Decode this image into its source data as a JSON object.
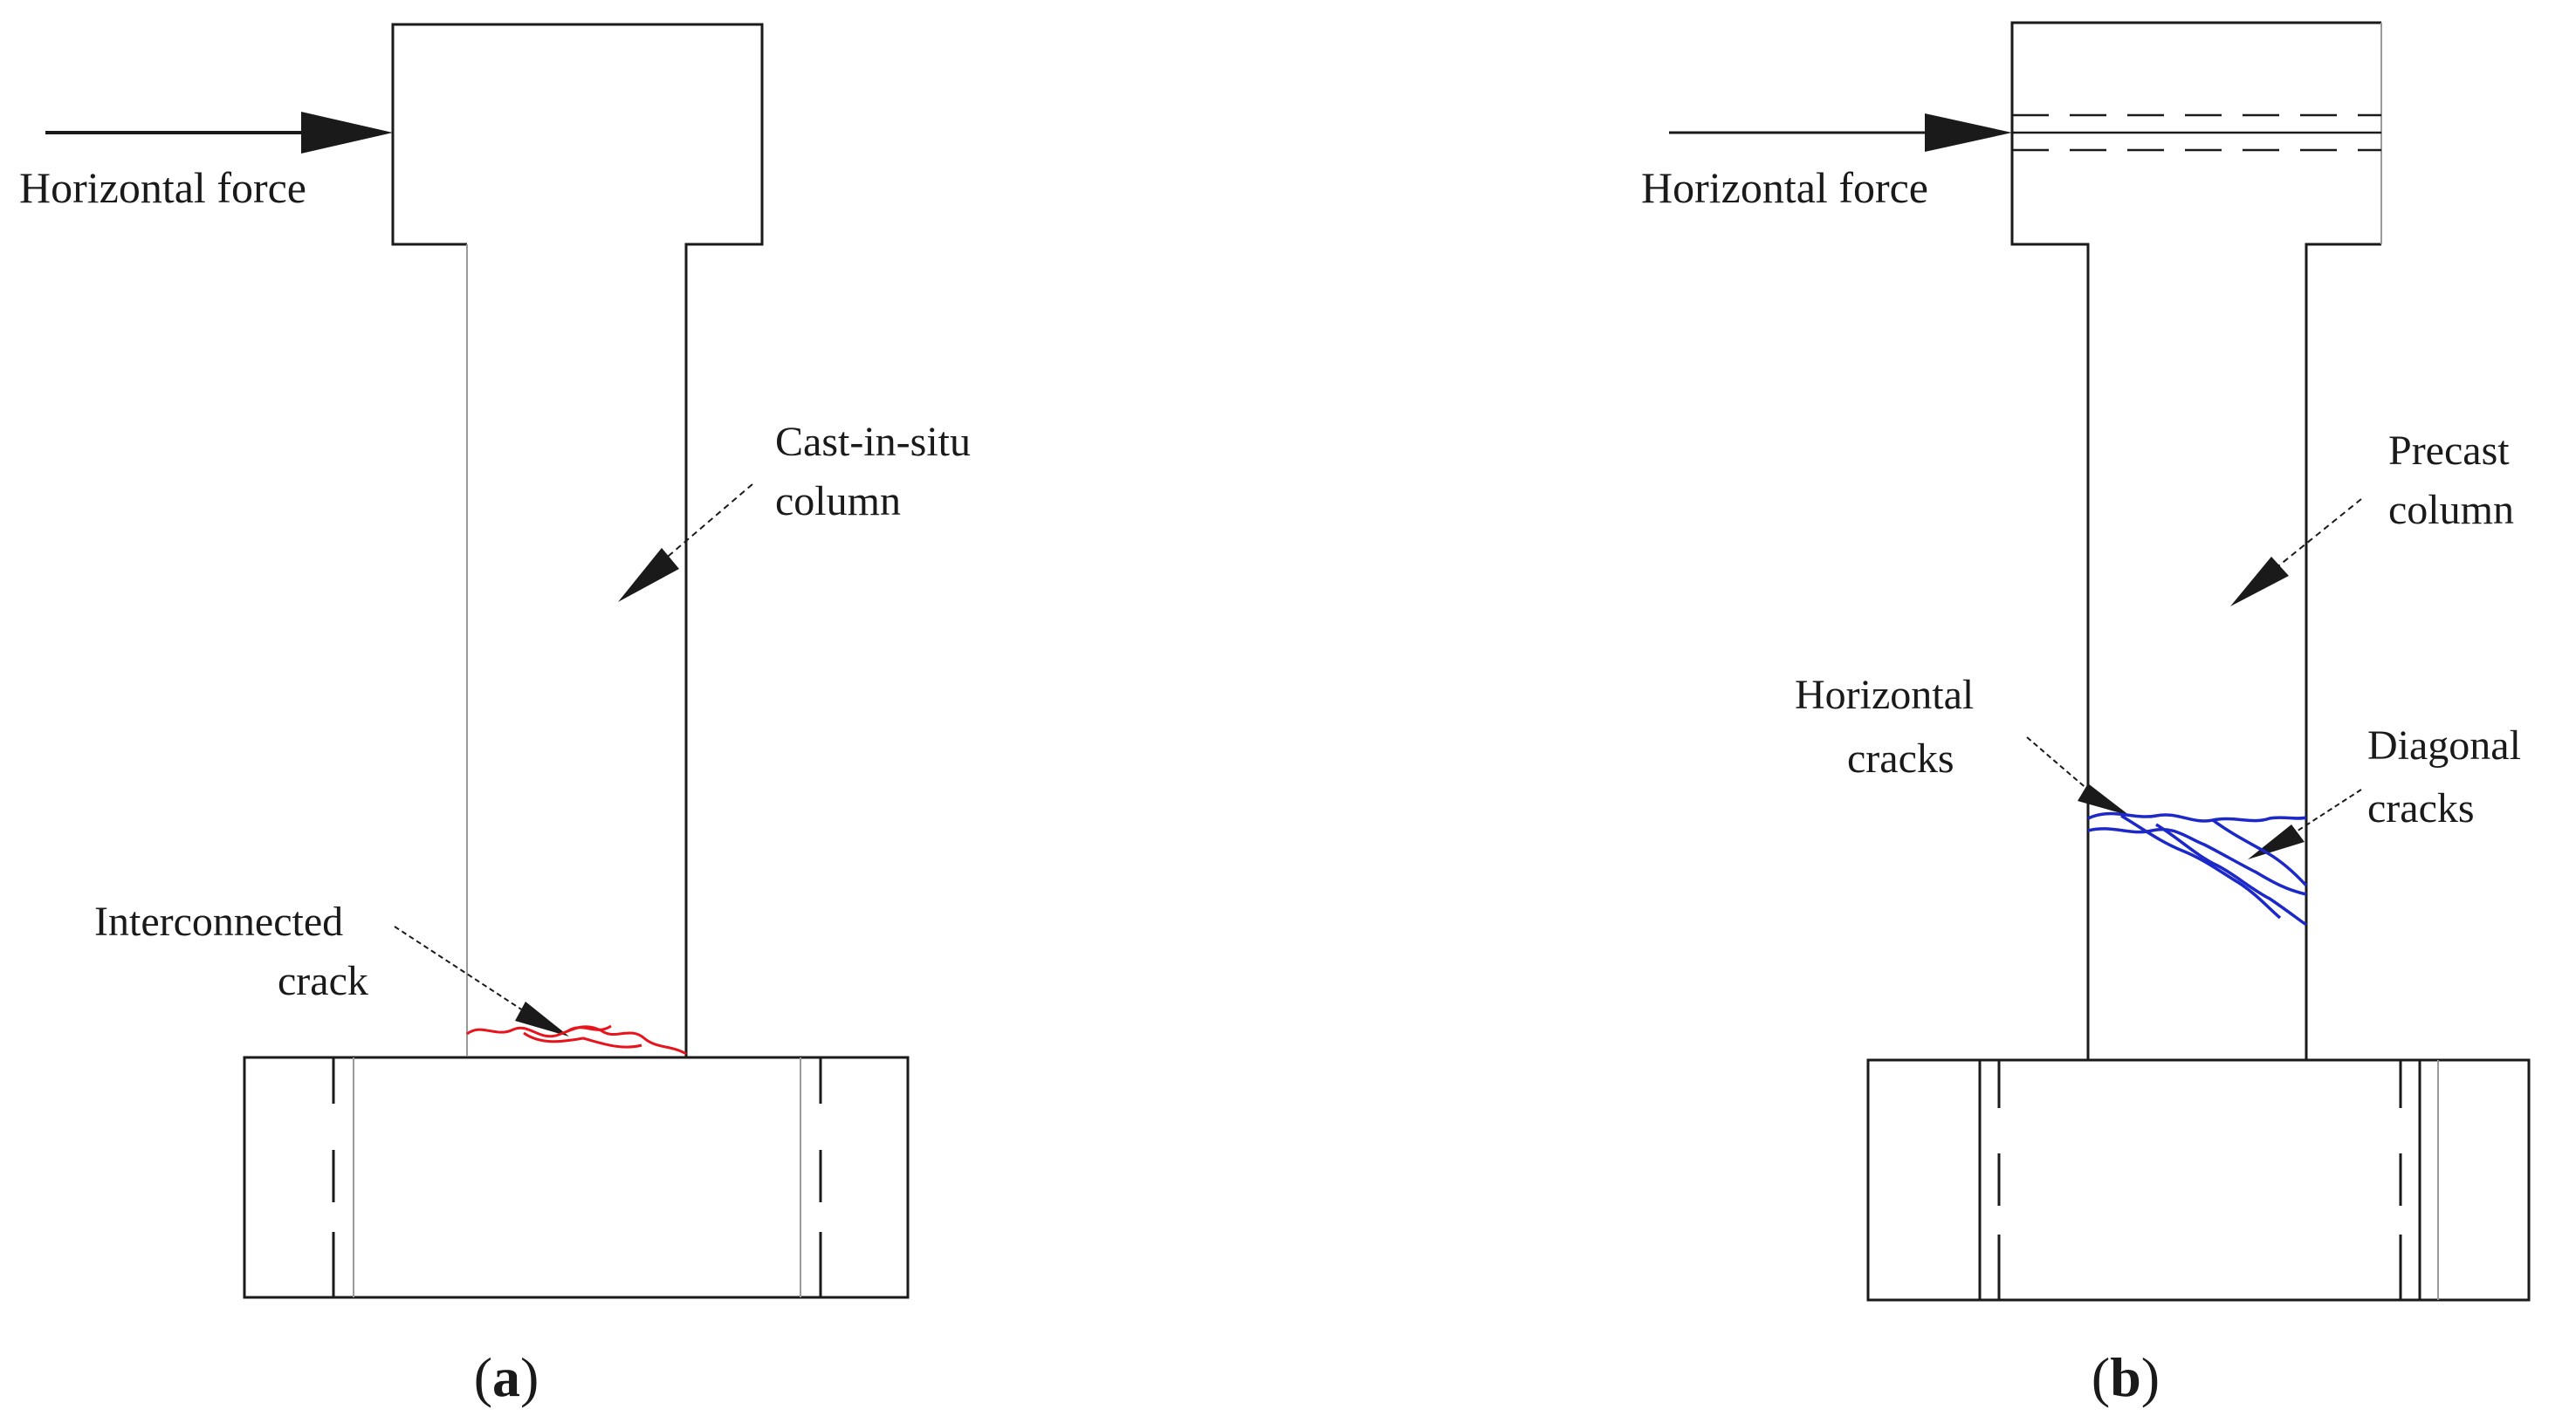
{
  "panel_a": {
    "force_label": "Horizontal force",
    "column_label_line1": "Cast-in-situ",
    "column_label_line2": "column",
    "crack_label_line1": "Interconnected",
    "crack_label_line2": "crack",
    "caption_open": "(",
    "caption_letter": "a",
    "caption_close": ")",
    "crack_color": "#e8141c"
  },
  "panel_b": {
    "force_label": "Horizontal force",
    "column_label_line1": "Precast",
    "column_label_line2": "column",
    "hcrack_label_line1": "Horizontal",
    "hcrack_label_line2": "cracks",
    "dcrack_label_line1": "Diagonal",
    "dcrack_label_line2": "cracks",
    "caption_open": "(",
    "caption_letter": "b",
    "caption_close": ")",
    "crack_color": "#1c28c8"
  },
  "colors": {
    "line": "#1a1a1a",
    "faint_line": "#9a9a9a"
  }
}
